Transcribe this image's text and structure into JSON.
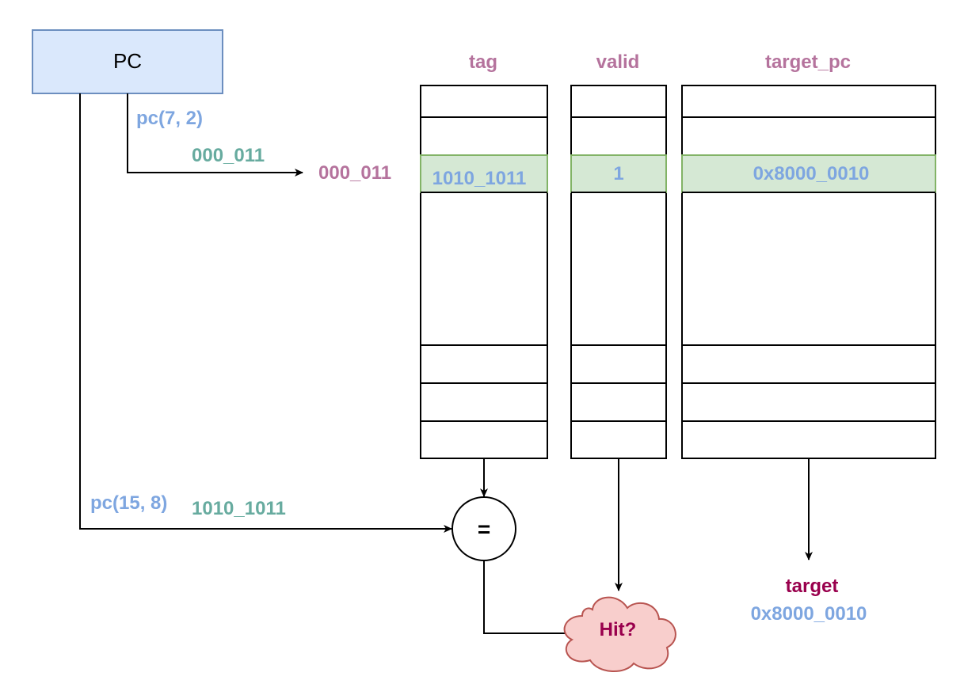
{
  "pc": {
    "label": "PC"
  },
  "columns": {
    "tag": "tag",
    "valid": "valid",
    "target_pc": "target_pc"
  },
  "index": {
    "field": "pc(7, 2)",
    "value": "000_011",
    "row_label": "000_011"
  },
  "compare": {
    "field": "pc(15, 8)",
    "value": "1010_1011",
    "op": "="
  },
  "selected_row": {
    "tag": "1010_1011",
    "valid": "1",
    "target_pc": "0x8000_0010"
  },
  "hit": {
    "label": "Hit?"
  },
  "output": {
    "label": "target",
    "value": "0x8000_0010"
  },
  "colors": {
    "pc_fill": "#dae8fc",
    "pc_stroke": "#6c8ebf",
    "row_fill": "#d5e8d4",
    "row_stroke": "#82b366",
    "cloud_fill": "#f8cecc",
    "cloud_stroke": "#b85450",
    "field_blue": "#7ea6e0",
    "value_green": "#67ab9f",
    "header_purple": "#b5739d",
    "hit_maroon": "#99004d"
  }
}
